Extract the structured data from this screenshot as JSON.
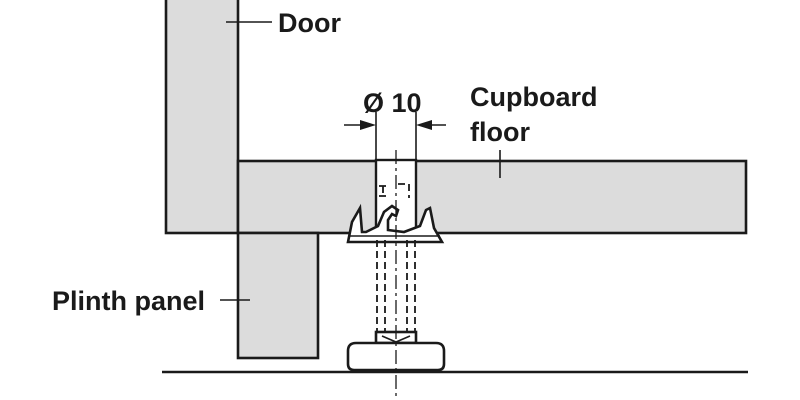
{
  "labels": {
    "door": "Door",
    "diameter": "Ø 10",
    "cupboard_line1": "Cupboard",
    "cupboard_line2": "floor",
    "plinth": "Plinth panel"
  },
  "colors": {
    "panel_fill": "#dcdcdc",
    "foot_fill": "#ffffff",
    "stroke": "#1a1a1a",
    "background": "#ffffff"
  }
}
